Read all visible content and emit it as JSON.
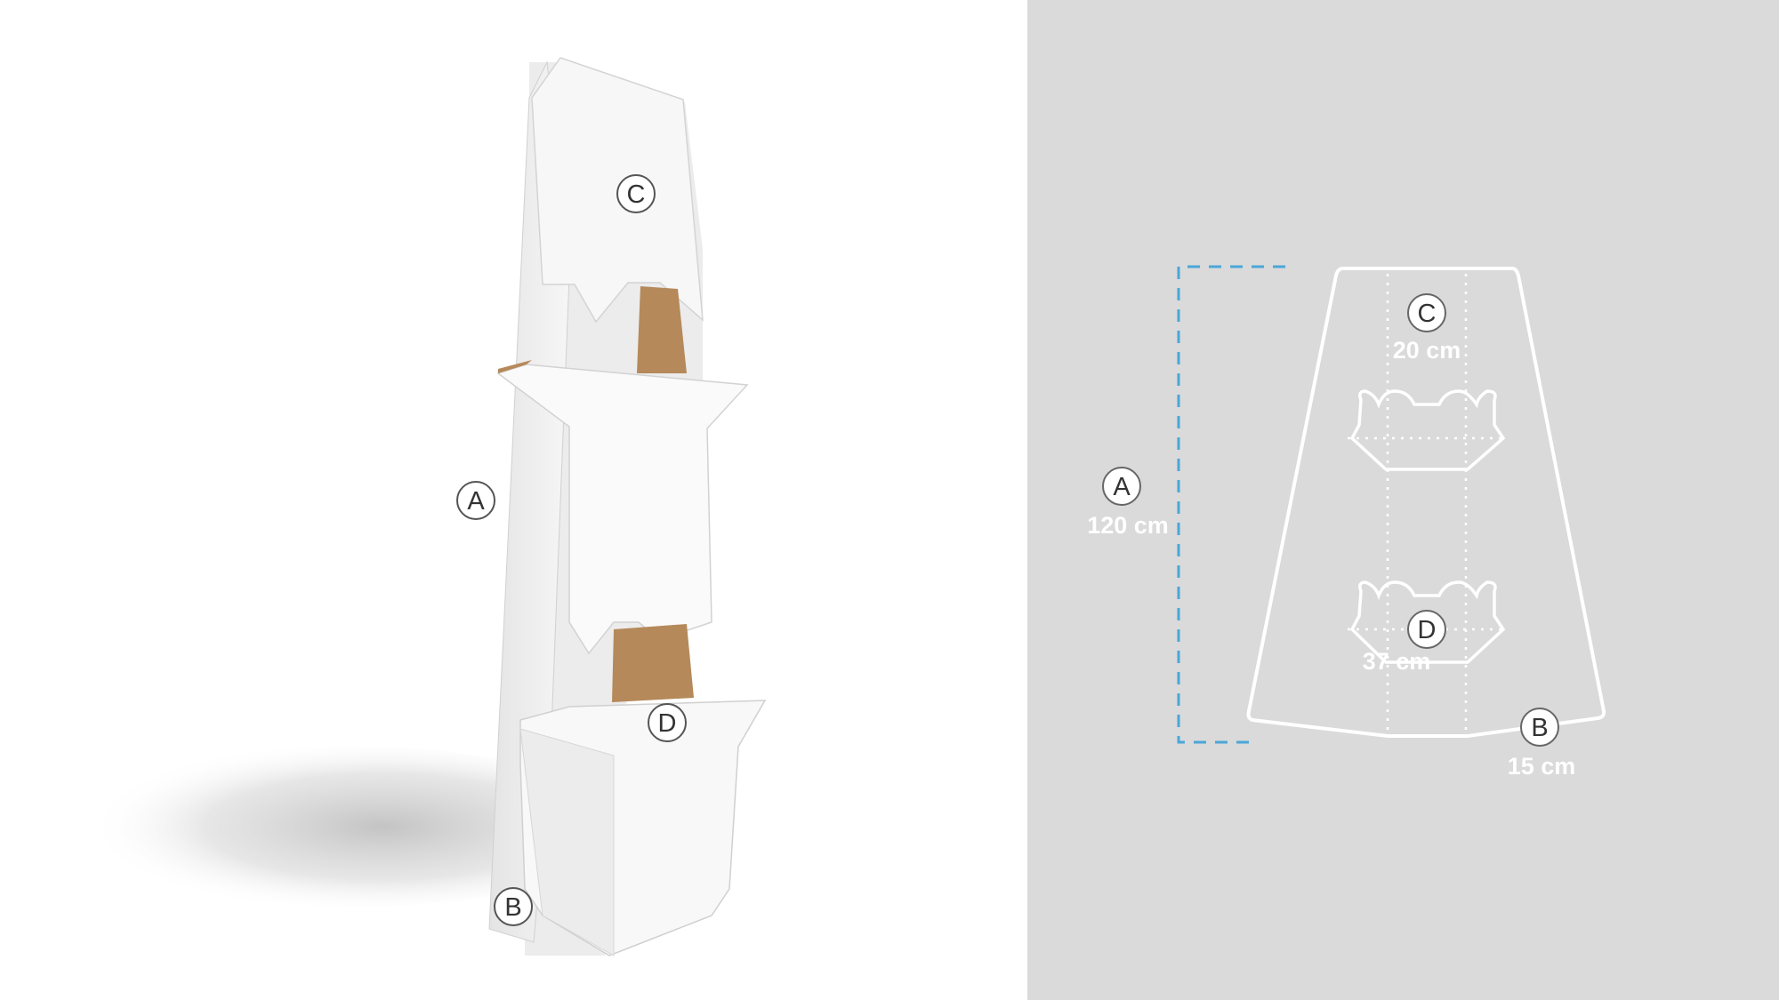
{
  "photo_labels": {
    "a": "A",
    "b": "B",
    "c": "C",
    "d": "D"
  },
  "diagram_labels": {
    "a": "A",
    "b": "B",
    "c": "C",
    "d": "D"
  },
  "measurements": {
    "a": "120 cm",
    "b": "15 cm",
    "c": "20 cm",
    "d": "37 cm"
  },
  "colors": {
    "diagram_background": "#dadada",
    "height_guide": "#4aa7d8",
    "cardboard_white": "#ffffff",
    "cardboard_inner": "#b5895a"
  }
}
